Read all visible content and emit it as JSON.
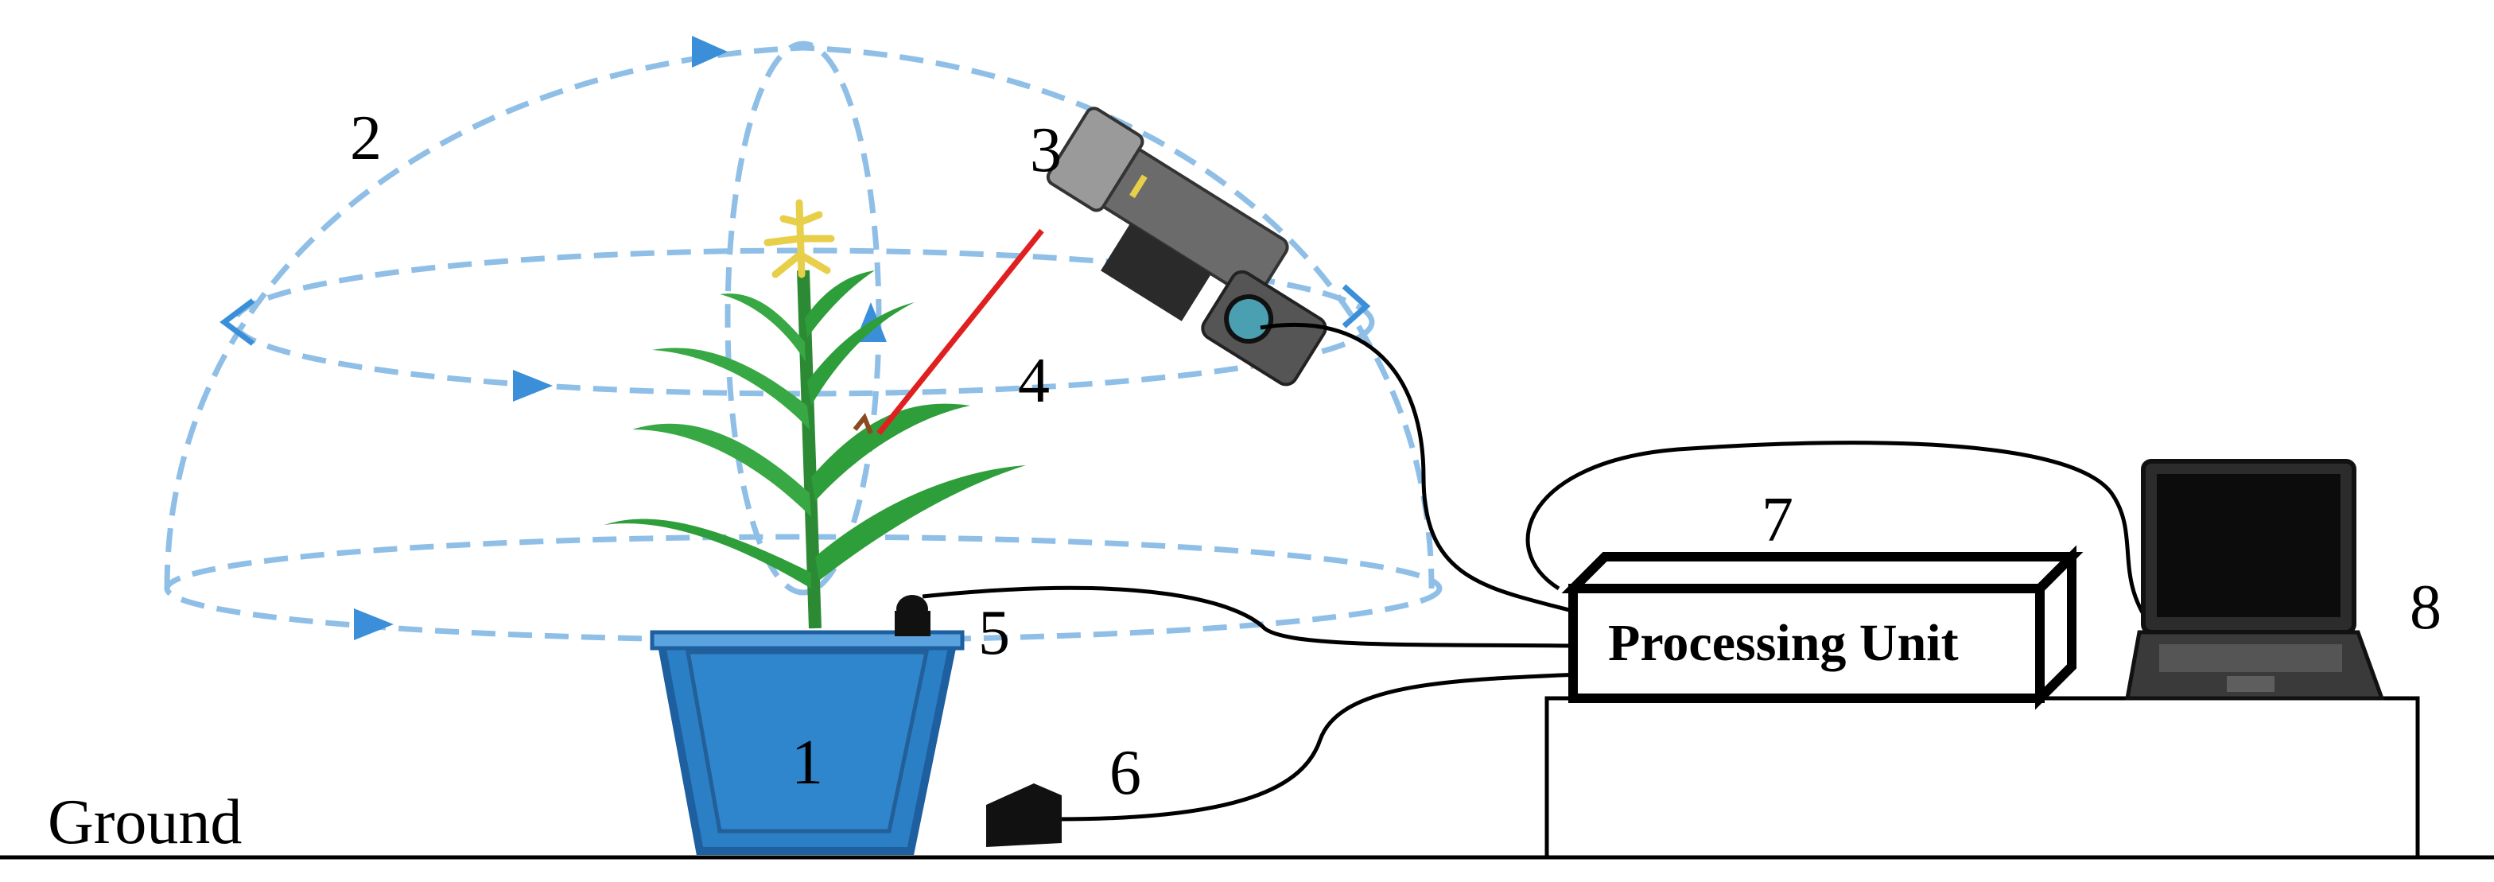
{
  "labels": {
    "pot": "1",
    "scan_path": "2",
    "scanner": "3",
    "laser": "4",
    "sensor_top": "5",
    "sensor_ground": "6",
    "processing_box": "7",
    "laptop": "8"
  },
  "processing_unit_text": "Processing Unit",
  "ground_text": "Ground",
  "colors": {
    "dash": "#8fbfe6",
    "arrow": "#3a8fd8",
    "pot": "#2b7fc4",
    "pot_rim": "#1e5fa0",
    "leaf": "#2e9e3a",
    "laser": "#e02020",
    "tassel": "#e8cf4a"
  }
}
